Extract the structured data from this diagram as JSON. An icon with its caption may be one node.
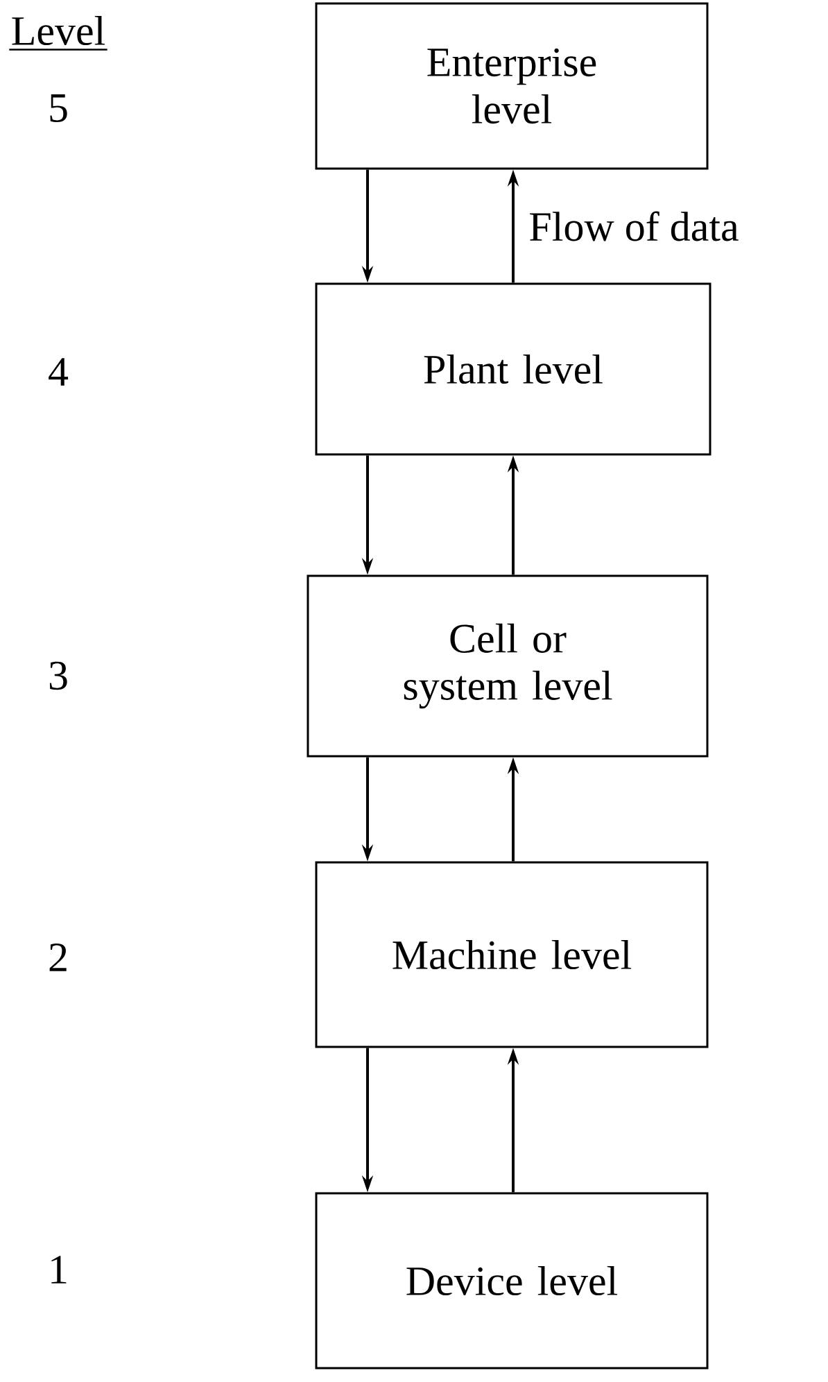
{
  "diagram": {
    "nodes": [
      {
        "text": [
          "Enterprise level"
        ]
      },
      {
        "text": [
          "Plant level"
        ]
      },
      {
        "text": [
          "Cell or system level"
        ]
      },
      {
        "text": [
          "Machine level"
        ]
      },
      {
        "text": [
          "Device level"
        ]
      }
    ],
    "edges": [
      {
        "from": 0,
        "to": 1,
        "arrow": "to"
      },
      {
        "from": 1,
        "to": 0,
        "arrow": "to",
        "label": "Flow of data"
      },
      {
        "from": 1,
        "to": 2,
        "arrow": "to"
      },
      {
        "from": 2,
        "to": 1,
        "arrow": "to"
      },
      {
        "from": 2,
        "to": 3,
        "arrow": "to"
      },
      {
        "from": 3,
        "to": 2,
        "arrow": "to"
      },
      {
        "from": 3,
        "to": 4,
        "arrow": "to"
      },
      {
        "from": 4,
        "to": 3,
        "arrow": "to"
      }
    ],
    "labels": [
      "Level",
      "5",
      "4",
      "3",
      "2",
      "1"
    ]
  }
}
